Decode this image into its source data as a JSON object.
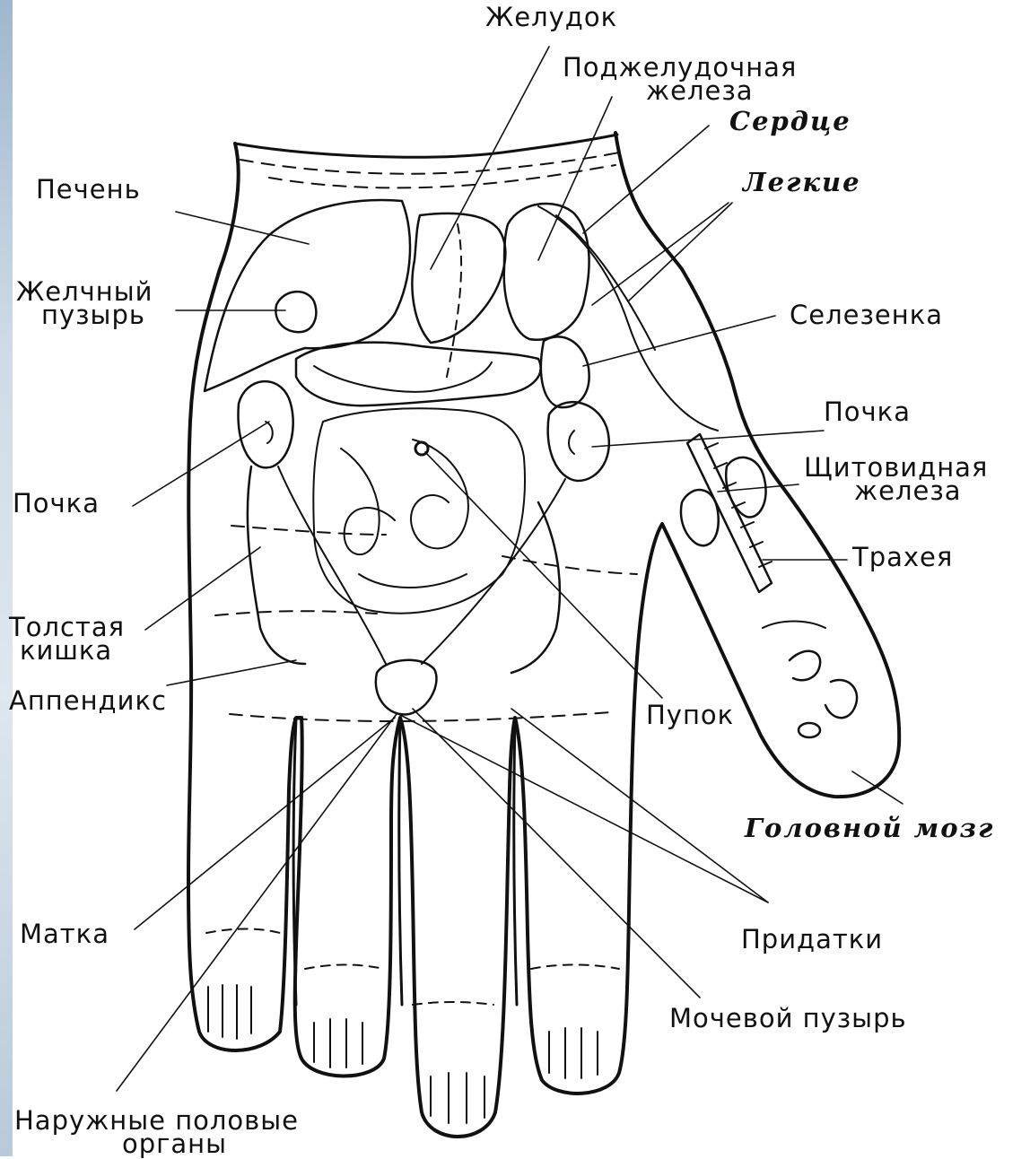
{
  "labels": {
    "stomach": "Желудок",
    "pancreas_1": "Поджелудочная",
    "pancreas_2": "железа",
    "heart": "Сердце",
    "liver": "Печень",
    "lungs": "Легкие",
    "gallbladder_1": "Желчный",
    "gallbladder_2": "пузырь",
    "spleen": "Селезенка",
    "kidney_right": "Почка",
    "thyroid_1": "Щитовидная",
    "thyroid_2": "железа",
    "kidney_left": "Почка",
    "trachea": "Трахея",
    "colon_1": "Толстая",
    "colon_2": "кишка",
    "appendix": "Аппендикс",
    "navel": "Пупок",
    "brain": "Головной мозг",
    "uterus": "Матка",
    "adnexa": "Придатки",
    "bladder": "Мочевой пузырь",
    "genitals_1": "Наружные половые",
    "genitals_2": "органы"
  },
  "colors": {
    "ink": "#111111",
    "background": "#ffffff",
    "side_strip": "#b8c9da"
  }
}
